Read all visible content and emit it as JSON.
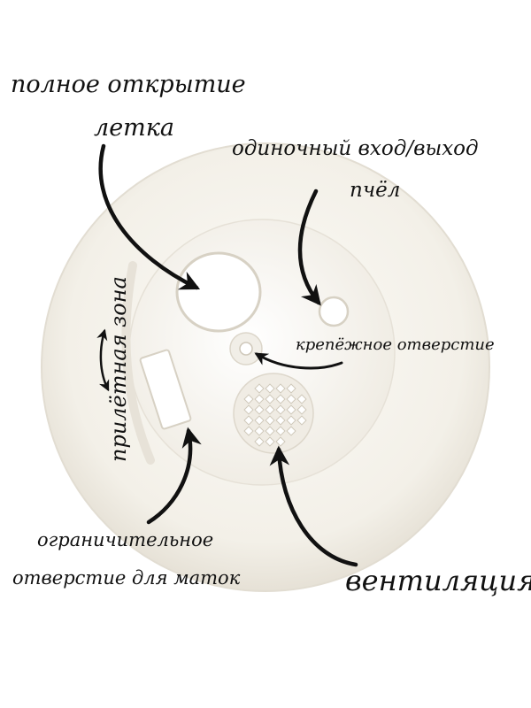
{
  "diagram": {
    "labels": {
      "full_opening_line1": "полное открытие",
      "full_opening_line2": "летка",
      "single_entry_line1": "одиночный вход/выход",
      "single_entry_line2": "пчёл",
      "mount_hole": "крепёжное отверстие",
      "landing_zone": "прилётная зона",
      "queen_excluder_line1": "ограничительное",
      "queen_excluder_line2": "отверстие для маток",
      "ventilation": "вентиляция"
    },
    "colors": {
      "disc": "#f4f1ea",
      "disc_inner": "#f7f5ef",
      "disc_edge": "#e2ddd2",
      "hole_shadow": "#d7d1c4",
      "ink": "#111111",
      "background": "#ffffff"
    }
  }
}
